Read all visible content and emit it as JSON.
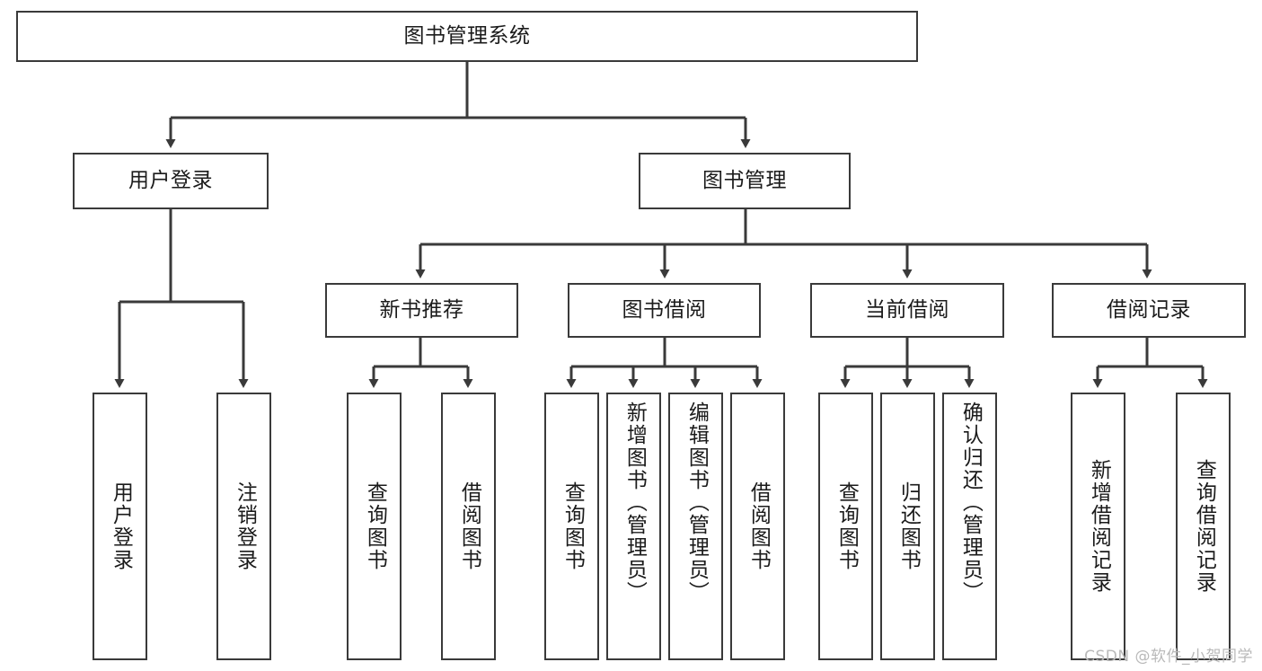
{
  "diagram": {
    "title": "图书管理系统",
    "root": {
      "label": "图书管理系统"
    },
    "level2": [
      {
        "label": "用户登录"
      },
      {
        "label": "图书管理"
      }
    ],
    "level3": [
      {
        "label": "新书推荐"
      },
      {
        "label": "图书借阅"
      },
      {
        "label": "当前借阅"
      },
      {
        "label": "借阅记录"
      }
    ],
    "leaves": {
      "user_login": [
        {
          "label": "用户登录"
        },
        {
          "label": "注销登录"
        }
      ],
      "new_book_recommend": [
        {
          "label": "查询图书"
        },
        {
          "label": "借阅图书"
        }
      ],
      "book_borrow": [
        {
          "label": "查询图书"
        },
        {
          "label": "新增图书（管理员）"
        },
        {
          "label": "编辑图书（管理员）"
        },
        {
          "label": "借阅图书"
        }
      ],
      "current_borrow": [
        {
          "label": "查询图书"
        },
        {
          "label": "归还图书"
        },
        {
          "label": "确认归还（管理员）"
        }
      ],
      "borrow_records": [
        {
          "label": "新增借阅记录"
        },
        {
          "label": "查询借阅记录"
        }
      ]
    }
  },
  "watermark": {
    "text": "CSDN @软件_小贺同学"
  },
  "colors": {
    "stroke": "#3a3a3a",
    "text": "#1b1b1b",
    "background": "#ffffff",
    "watermark": "#b9b9b9"
  }
}
